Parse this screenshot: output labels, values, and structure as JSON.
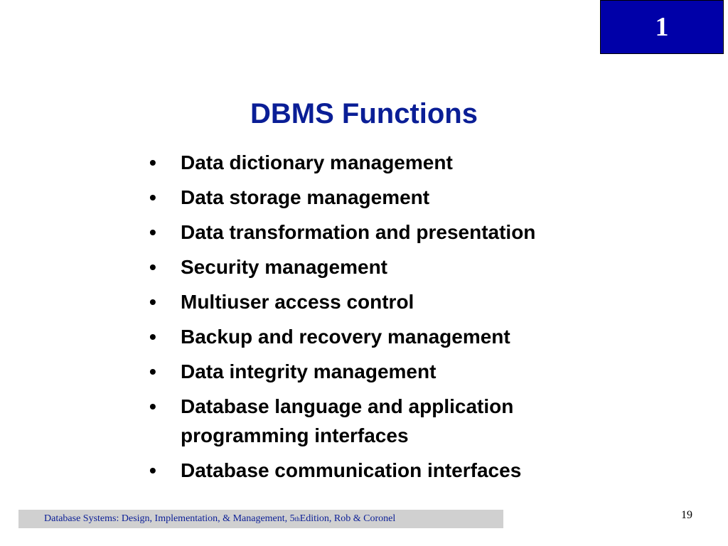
{
  "chapter": {
    "number": "1"
  },
  "slide": {
    "title": "DBMS Functions",
    "bullet_symbol": "•",
    "bullets": [
      "Data dictionary management",
      "Data storage management",
      "Data transformation and presentation",
      "Security management",
      "Multiuser access control",
      "Backup and recovery management",
      "Data integrity management",
      "Database language and application programming interfaces",
      "Database communication interfaces"
    ]
  },
  "footer": {
    "text_before": "Database Systems: Design, Implementation, & Management, 5",
    "superscript": "th",
    "text_after": " Edition, Rob & Coronel"
  },
  "page": {
    "number": "19"
  },
  "colors": {
    "chapter_box": "#0000a8",
    "title": "#0a1e96",
    "footer_bar": "#d0d0d0",
    "footer_text": "#0a1e96"
  }
}
